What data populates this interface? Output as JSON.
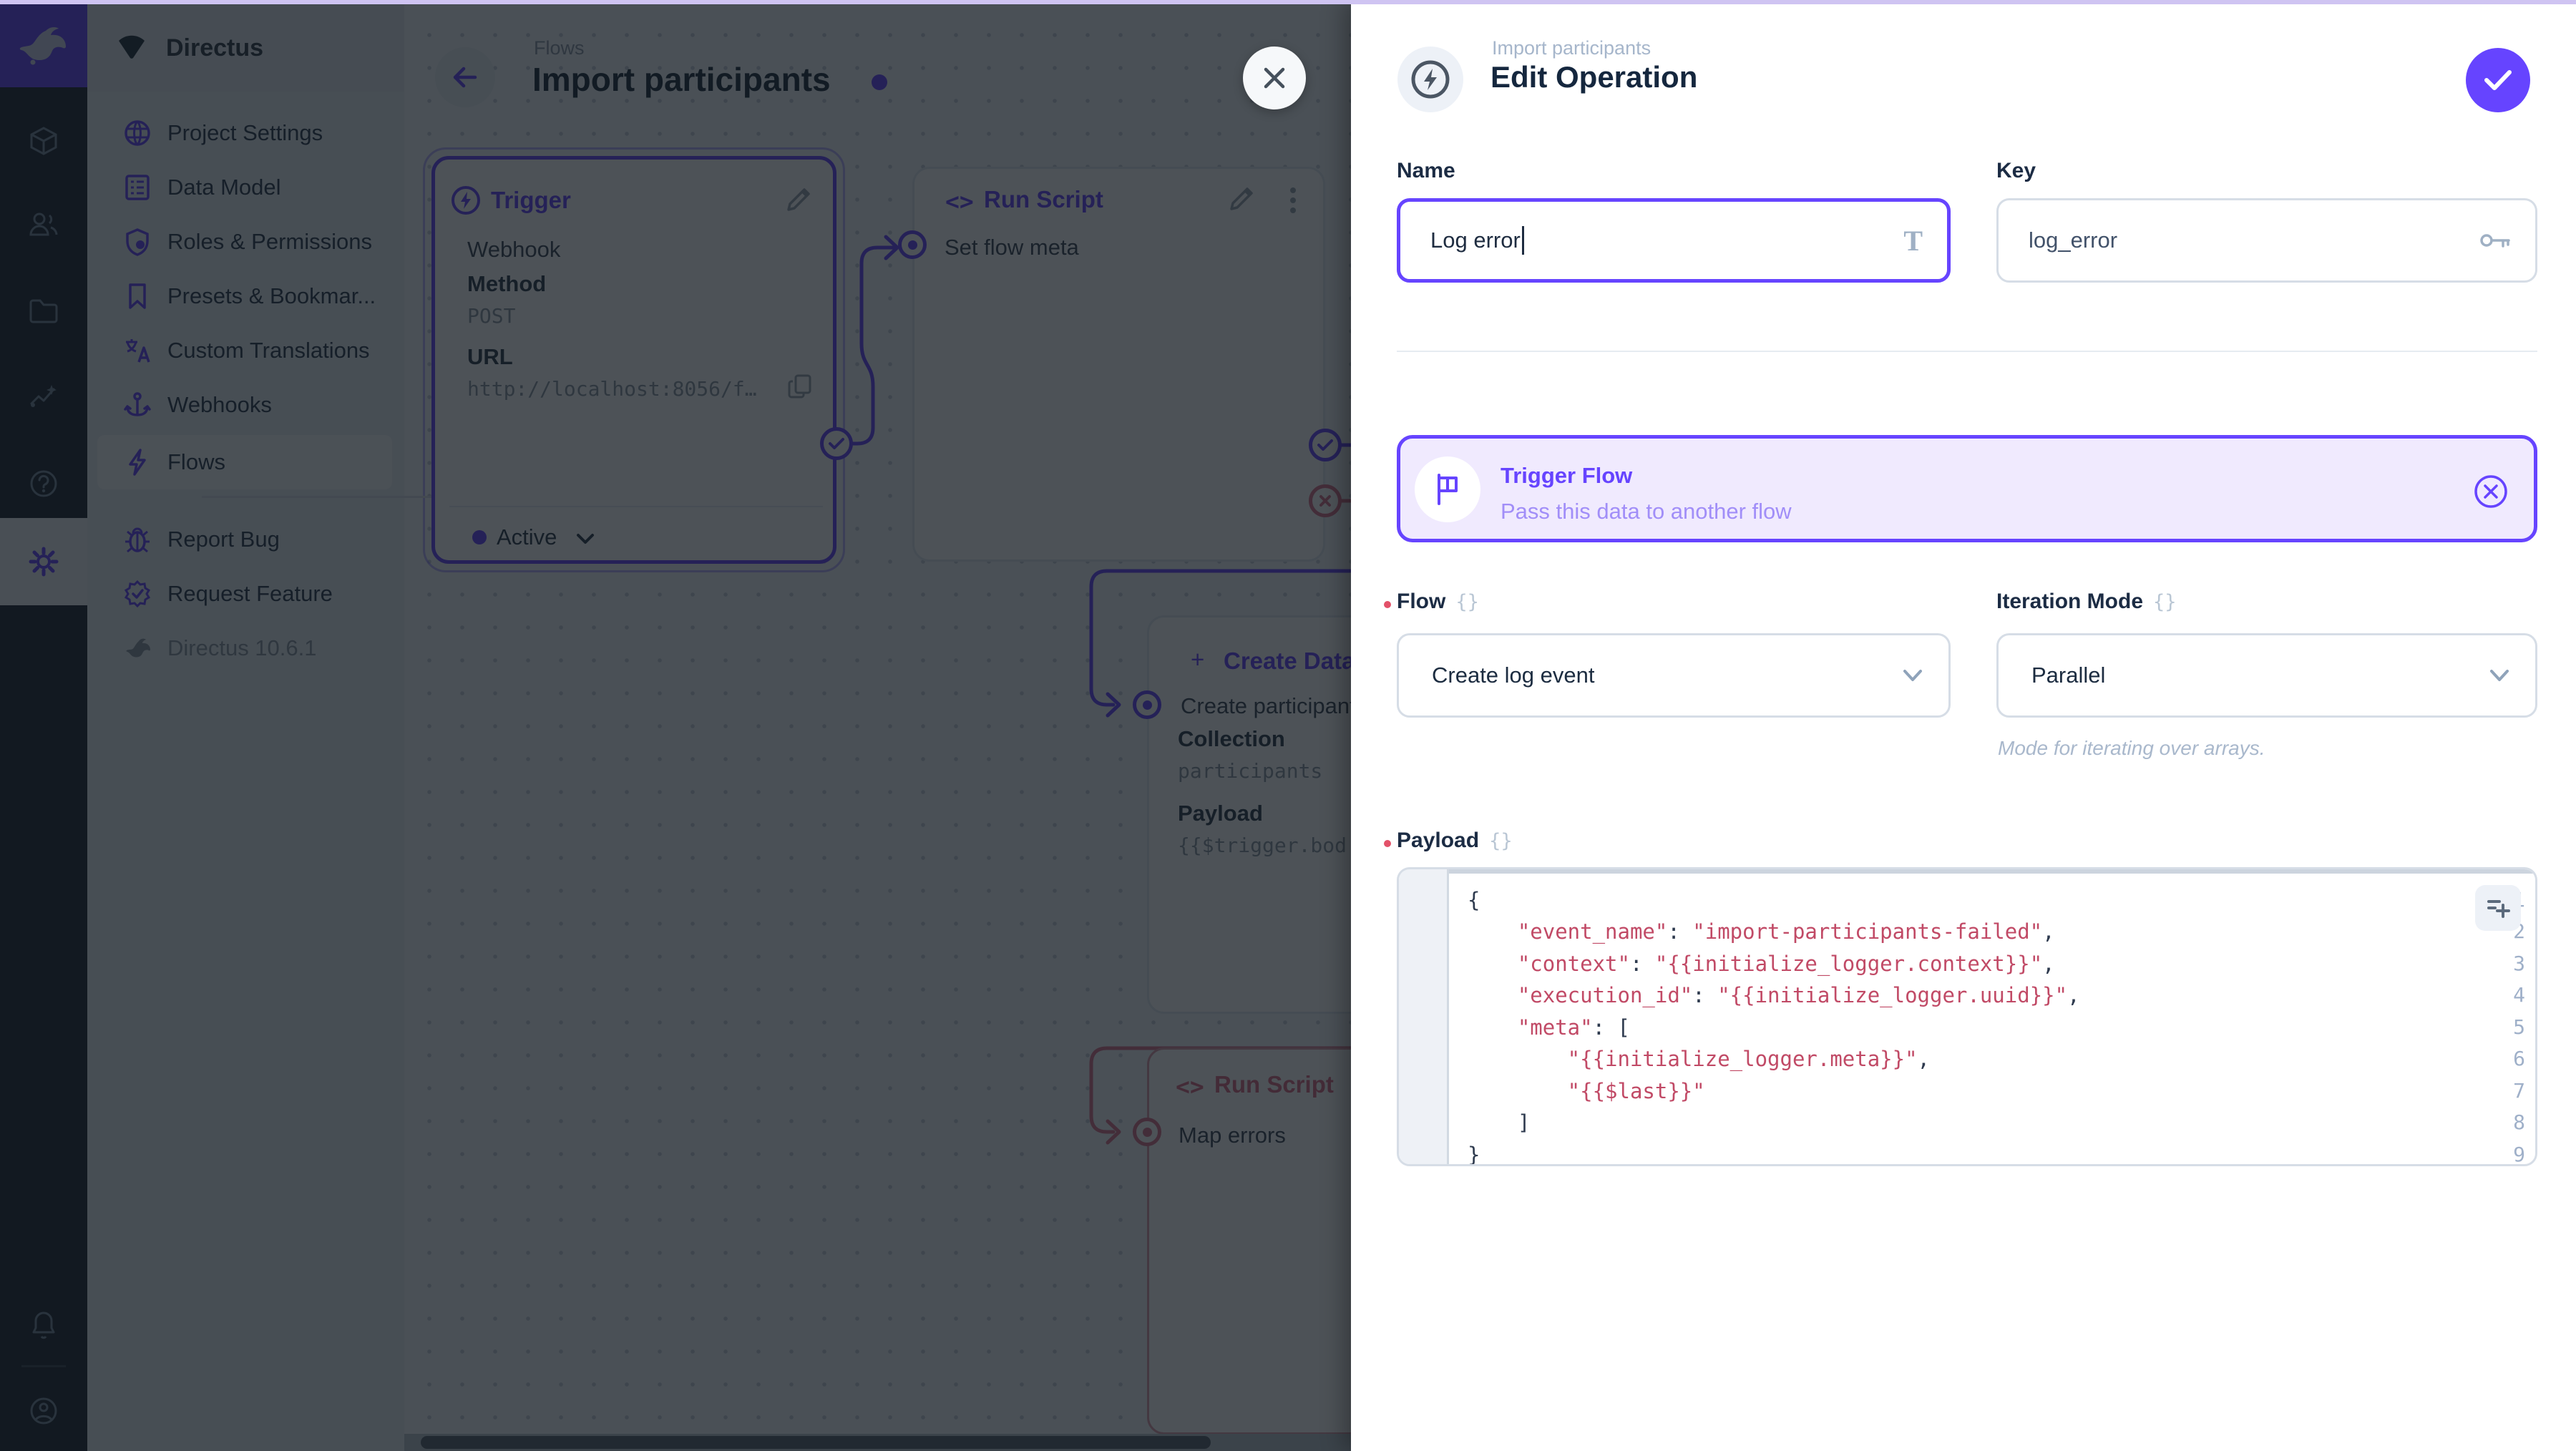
{
  "colors": {
    "accent": "#6644ff",
    "danger": "#e35169",
    "code_string": "#c14a66"
  },
  "sidebar": {
    "project_name": "Directus",
    "items": [
      {
        "label": "Project Settings",
        "icon": "globe-icon"
      },
      {
        "label": "Data Model",
        "icon": "data-model-icon"
      },
      {
        "label": "Roles & Permissions",
        "icon": "shield-icon"
      },
      {
        "label": "Presets & Bookmar...",
        "icon": "bookmark-icon"
      },
      {
        "label": "Custom Translations",
        "icon": "translate-icon"
      },
      {
        "label": "Webhooks",
        "icon": "anchor-icon"
      },
      {
        "label": "Flows",
        "icon": "bolt-icon"
      },
      {
        "label": "Report Bug",
        "icon": "bug-icon"
      },
      {
        "label": "Request Feature",
        "icon": "badge-icon"
      }
    ],
    "version": "Directus 10.6.1"
  },
  "flow_header": {
    "breadcrumb": "Flows",
    "title": "Import participants"
  },
  "canvas": {
    "trigger": {
      "title": "Trigger",
      "type": "Webhook",
      "method_label": "Method",
      "method": "POST",
      "url_label": "URL",
      "url": "http://localhost:8056/f…",
      "status": "Active"
    },
    "run_script": {
      "code_glyph": "<>",
      "title": "Run Script",
      "node": "Set flow meta"
    },
    "create_data": {
      "plus": "+",
      "title": "Create Data",
      "node": "Create participant",
      "collection_label": "Collection",
      "collection": "participants",
      "payload_label": "Payload",
      "payload": "{{$trigger.bod"
    },
    "run_script_errors": {
      "code_glyph": "<>",
      "title": "Run Script",
      "node": "Map errors"
    }
  },
  "drawer": {
    "breadcrumb": "Import participants",
    "title": "Edit Operation",
    "name_label": "Name",
    "name_value": "Log error",
    "key_label": "Key",
    "key_value": "log_error",
    "banner": {
      "title": "Trigger Flow",
      "subtitle": "Pass this data to another flow"
    },
    "flow_label": "Flow",
    "flow_value": "Create log event",
    "iteration_label": "Iteration Mode",
    "iteration_value": "Parallel",
    "iteration_note": "Mode for iterating over arrays.",
    "payload_label": "Payload",
    "braces_glyph": "{}"
  },
  "payload_editor": {
    "lines": [
      {
        "n": "1",
        "p": "{"
      },
      {
        "n": "2",
        "k": "    \"event_name\"",
        "c": ": ",
        "v": "\"import-participants-failed\"",
        "p": ","
      },
      {
        "n": "3",
        "k": "    \"context\"",
        "c": ": ",
        "v": "\"{{initialize_logger.context}}\"",
        "p": ","
      },
      {
        "n": "4",
        "k": "    \"execution_id\"",
        "c": ": ",
        "v": "\"{{initialize_logger.uuid}}\"",
        "p": ","
      },
      {
        "n": "5",
        "k": "    \"meta\"",
        "c": ": ",
        "p": "["
      },
      {
        "n": "6",
        "v": "        \"{{initialize_logger.meta}}\"",
        "p": ","
      },
      {
        "n": "7",
        "v": "        \"{{$last}}\""
      },
      {
        "n": "8",
        "p": "    ]"
      },
      {
        "n": "9",
        "p": "}"
      }
    ]
  }
}
